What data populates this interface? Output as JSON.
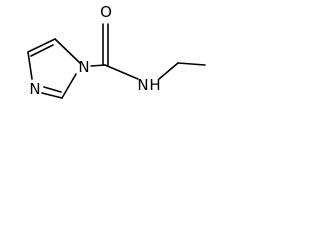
{
  "molecule": {
    "atoms": {
      "carbonyl_oxygen": "O",
      "amide_nitrogen": "N",
      "amide_hydrogen": "H",
      "ring_n1": "N",
      "ring_n3": "N"
    },
    "colors": {
      "bond": "#000000",
      "label": "#000000",
      "background": "#ffffff"
    }
  }
}
